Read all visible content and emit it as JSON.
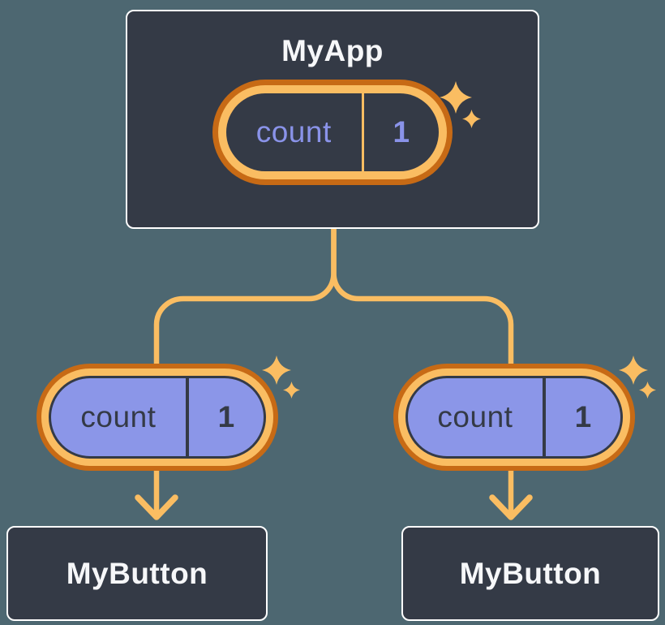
{
  "diagram": {
    "parent": {
      "title": "MyApp",
      "state": {
        "name": "count",
        "value": "1"
      }
    },
    "children": [
      {
        "title": "MyButton",
        "state": {
          "name": "count",
          "value": "1"
        }
      },
      {
        "title": "MyButton",
        "state": {
          "name": "count",
          "value": "1"
        }
      }
    ],
    "icons": {
      "sparkle": "four-point-star",
      "arrow": "chevron-down-arrow"
    },
    "colors": {
      "background": "#4D6771",
      "card_background": "#343A46",
      "card_border": "#FFFFFF",
      "title_text": "#F6F7F9",
      "connector_orange": "#FABD62",
      "pill_ring_outer_orange": "#C76A15",
      "pill_ring_inner_orange": "#FABD62",
      "pill_fill_purple": "#8B96E8",
      "pill_text_periwinkle": "#8A93E9",
      "pill_text_dark": "#343A46"
    }
  }
}
